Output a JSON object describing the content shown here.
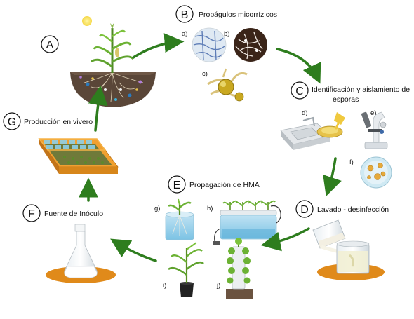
{
  "steps": {
    "a": {
      "letter": "A",
      "label": ""
    },
    "b": {
      "letter": "B",
      "label": "Propágulos micorrízicos"
    },
    "c": {
      "letter": "C",
      "label_line1": "Identificación y aislamiento de",
      "label_line2": "esporas"
    },
    "d": {
      "letter": "D",
      "label": "Lavado - desinfección"
    },
    "e": {
      "letter": "E",
      "label": "Propagación de HMA"
    },
    "f": {
      "letter": "F",
      "label": "Fuente de Inóculo"
    },
    "g": {
      "letter": "G",
      "label": "Producción en vivero"
    }
  },
  "sublabels": {
    "a": "a)",
    "b": "b)",
    "c": "c)",
    "d": "d)",
    "e": "e)",
    "f": "f)",
    "g": "g)",
    "h": "h)",
    "i": "i)",
    "j": "j)"
  },
  "colors": {
    "arrow": "#2e7d1e",
    "soil": "#5a4638",
    "orange_shadow": "#e08a1a",
    "plant_green": "#4f9a2a"
  }
}
